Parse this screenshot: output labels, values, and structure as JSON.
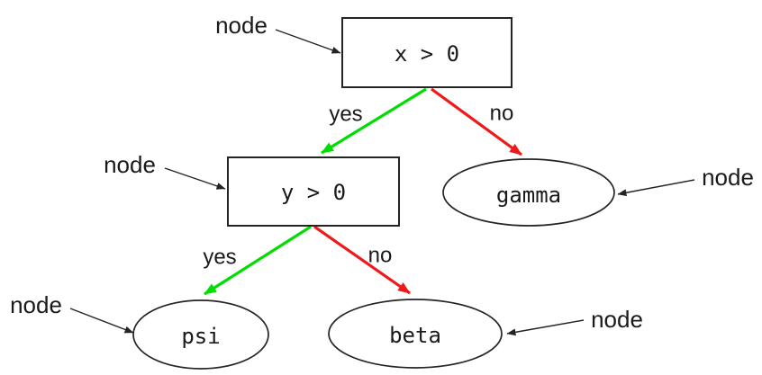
{
  "diagram": {
    "type": "decision-tree",
    "background": "#ffffff",
    "colors": {
      "yes_edge": "#00dd00",
      "no_edge": "#f01818",
      "outline": "#242424",
      "text": "#1a1a1a"
    },
    "nodes": [
      {
        "id": "cond-x",
        "shape": "rectangle",
        "label": "x > 0"
      },
      {
        "id": "cond-y",
        "shape": "rectangle",
        "label": "y > 0"
      },
      {
        "id": "leaf-gamma",
        "shape": "ellipse",
        "label": "gamma"
      },
      {
        "id": "leaf-psi",
        "shape": "ellipse",
        "label": "psi"
      },
      {
        "id": "leaf-beta",
        "shape": "ellipse",
        "label": "beta"
      }
    ],
    "edges": [
      {
        "from": "cond-x",
        "to": "cond-y",
        "label": "yes",
        "color": "#00dd00"
      },
      {
        "from": "cond-x",
        "to": "leaf-gamma",
        "label": "no",
        "color": "#f01818"
      },
      {
        "from": "cond-y",
        "to": "leaf-psi",
        "label": "yes",
        "color": "#00dd00"
      },
      {
        "from": "cond-y",
        "to": "leaf-beta",
        "label": "no",
        "color": "#f01818"
      }
    ],
    "annotations": [
      {
        "label": "node",
        "target": "cond-x"
      },
      {
        "label": "node",
        "target": "cond-y"
      },
      {
        "label": "node",
        "target": "leaf-gamma"
      },
      {
        "label": "node",
        "target": "leaf-psi"
      },
      {
        "label": "node",
        "target": "leaf-beta"
      }
    ]
  }
}
